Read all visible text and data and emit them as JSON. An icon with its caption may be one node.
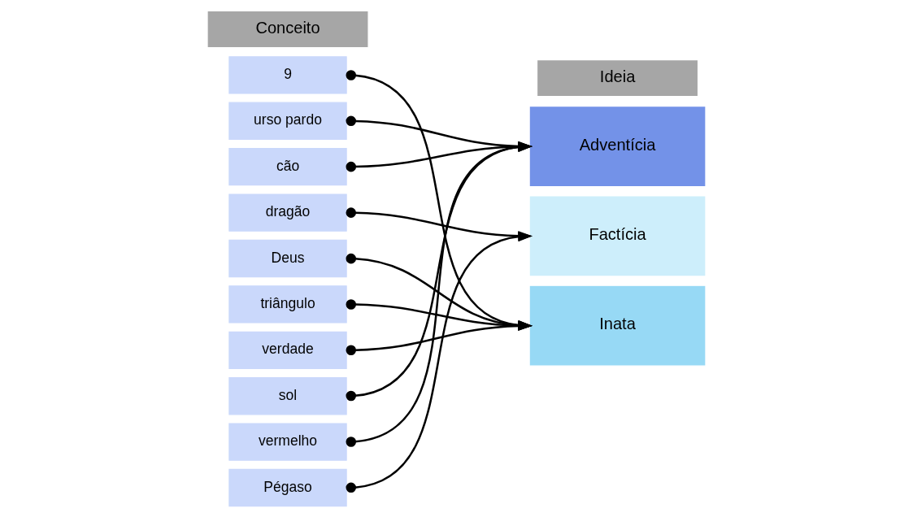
{
  "diagram": {
    "nodes": [
      {
        "text": [
          "9"
        ]
      },
      {
        "text": [
          "urso pardo"
        ]
      },
      {
        "text": [
          "cão"
        ]
      },
      {
        "text": [
          "dragão"
        ]
      },
      {
        "text": [
          "Deus"
        ]
      },
      {
        "text": [
          "triângulo"
        ]
      },
      {
        "text": [
          "verdade"
        ]
      },
      {
        "text": [
          "sol"
        ]
      },
      {
        "text": [
          "vermelho"
        ]
      },
      {
        "text": [
          "Pégaso"
        ]
      },
      {
        "text": [
          "Adventícia"
        ]
      },
      {
        "text": [
          "Factícia"
        ]
      },
      {
        "text": [
          "Inata"
        ]
      }
    ],
    "edges": [
      {
        "from": 0,
        "to": 12,
        "arrow": "to"
      },
      {
        "from": 1,
        "to": 10,
        "arrow": "to"
      },
      {
        "from": 2,
        "to": 10,
        "arrow": "to"
      },
      {
        "from": 3,
        "to": 11,
        "arrow": "to"
      },
      {
        "from": 4,
        "to": 12,
        "arrow": "to"
      },
      {
        "from": 5,
        "to": 12,
        "arrow": "to"
      },
      {
        "from": 6,
        "to": 12,
        "arrow": "to"
      },
      {
        "from": 7,
        "to": 10,
        "arrow": "to"
      },
      {
        "from": 8,
        "to": 10,
        "arrow": "to"
      },
      {
        "from": 9,
        "to": 11,
        "arrow": "to"
      }
    ],
    "labels": [
      "Conceito",
      "Ideia"
    ]
  }
}
